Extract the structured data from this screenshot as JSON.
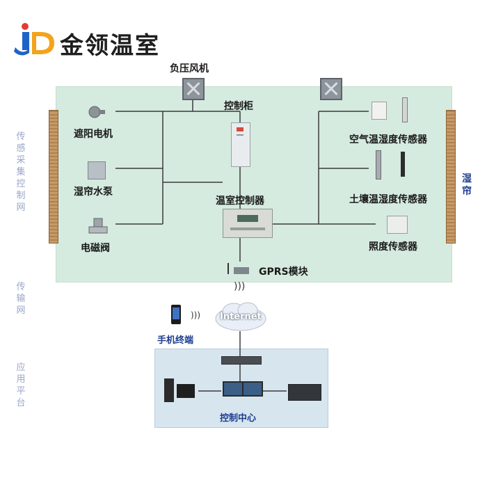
{
  "brand": {
    "logo_text": "JD",
    "name": "金领温室"
  },
  "layers": {
    "sensing": "传感采集控制网",
    "transport": "传输网",
    "application": "应用平台",
    "right_curtain": "湿帘"
  },
  "labels": {
    "exhaust_fan": "负压风机",
    "control_cabinet": "控制柜",
    "shade_motor": "遮阳电机",
    "curtain_pump": "湿帘水泵",
    "solenoid_valve": "电磁阀",
    "greenhouse_controller": "温室控制器",
    "air_sensor": "空气温湿度传感器",
    "soil_sensor": "土壤温湿度传感器",
    "light_sensor": "照度传感器",
    "gprs": "GPRS模块",
    "internet": "Internet",
    "mobile": "手机终端",
    "control_center": "控制中心"
  },
  "colors": {
    "panel_top": "#d6ebdf",
    "panel_bottom": "#d7e5ef",
    "label_blue": "#1d3d8f",
    "brand": "#1e1e1e"
  }
}
